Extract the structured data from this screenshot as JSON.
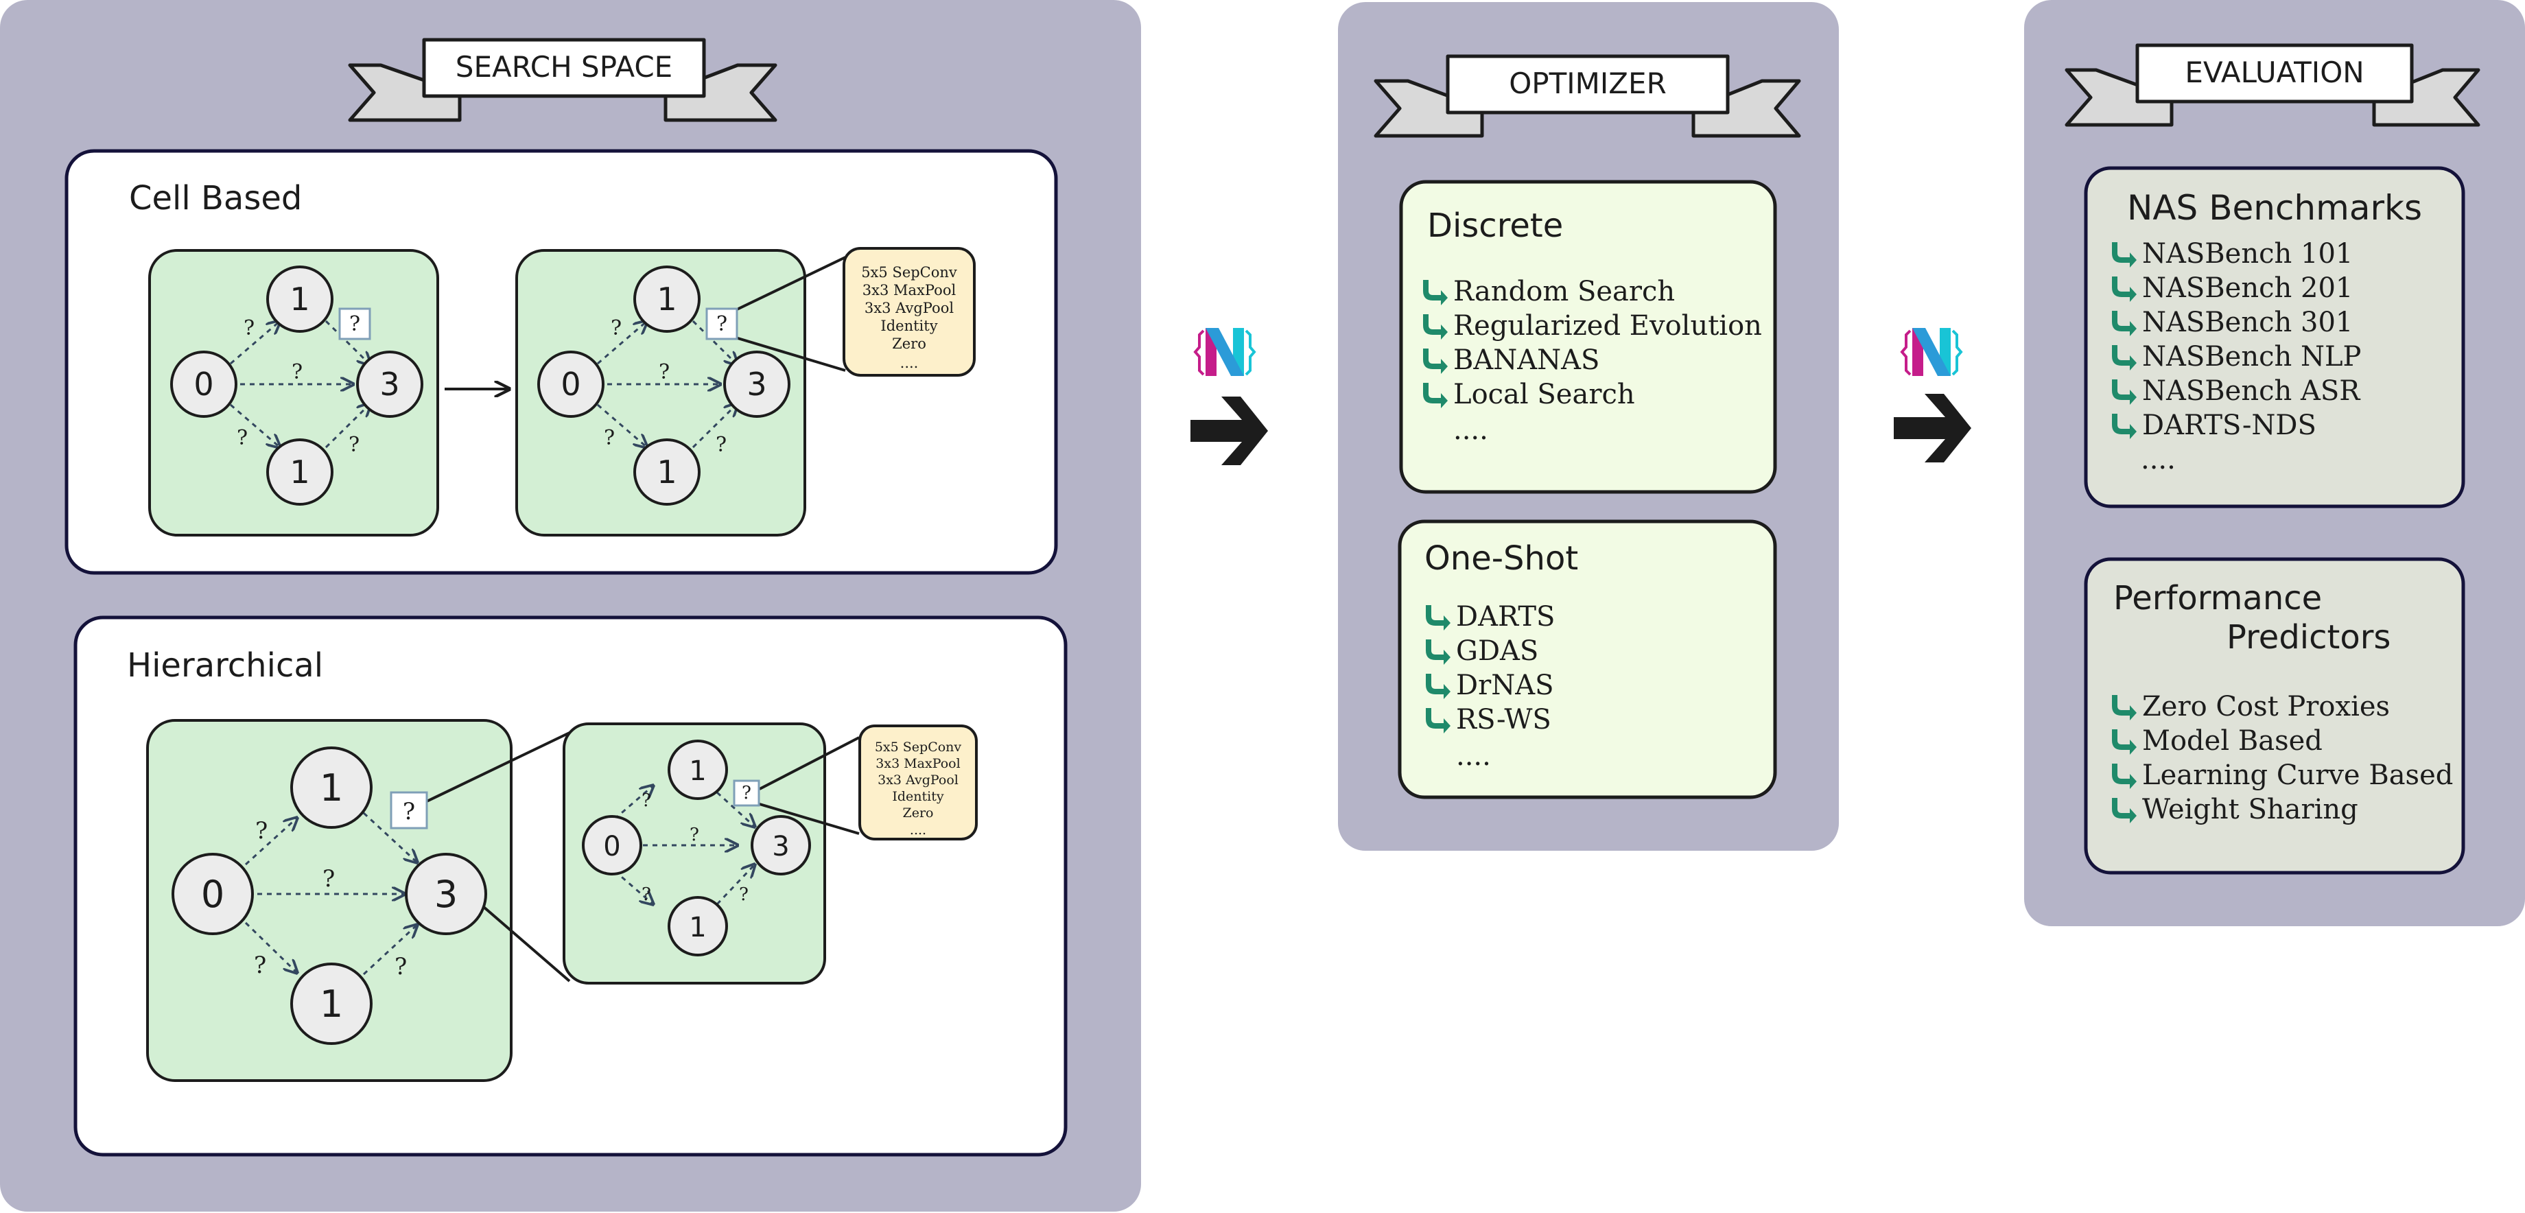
{
  "search_space": {
    "title": "SEARCH SPACE",
    "cell_based": {
      "label": "Cell Based",
      "nodes": [
        "0",
        "1",
        "1",
        "3"
      ],
      "edge_label": "?"
    },
    "hierarchical": {
      "label": "Hierarchical",
      "nodes": [
        "0",
        "1",
        "1",
        "3"
      ],
      "edge_label": "?"
    },
    "operations": [
      "5x5 SepConv",
      "3x3 MaxPool",
      "3x3 AvgPool",
      "Identity",
      "Zero",
      "...."
    ]
  },
  "optimizer": {
    "title": "OPTIMIZER",
    "discrete": {
      "label": "Discrete",
      "items": [
        "Random Search",
        "Regularized Evolution",
        "BANANAS",
        "Local Search"
      ],
      "more": "...."
    },
    "one_shot": {
      "label": "One-Shot",
      "items": [
        "DARTS",
        "GDAS",
        "DrNAS",
        "RS-WS"
      ],
      "more": "...."
    }
  },
  "evaluation": {
    "title": "EVALUATION",
    "benchmarks": {
      "label": "NAS Benchmarks",
      "items": [
        "NASBench 101",
        "NASBench 201",
        "NASBench 301",
        "NASBench NLP",
        "NASBench ASR",
        "DARTS-NDS"
      ],
      "more": "...."
    },
    "predictors": {
      "label_line1": "Performance",
      "label_line2": "Predictors",
      "items": [
        "Zero  Cost Proxies",
        "Model Based",
        "Learning Curve Based",
        "Weight Sharing"
      ]
    }
  },
  "logo": {
    "letter": "N"
  },
  "icons": {
    "bullet": "curved-arrow-icon",
    "flow": "right-arrow-icon",
    "logo": "naslib-logo-icon"
  },
  "colors": {
    "panel": "#b5b4c8",
    "green_box": "#d3efd4",
    "op_box": "#fdf0cb",
    "optimizer_list": "#f2fbe4",
    "evaluation_list": "#dfe2d8",
    "bullet": "#1f8a6a",
    "logo_magenta": "#c51d8a",
    "logo_cyan": "#19c4d6"
  }
}
